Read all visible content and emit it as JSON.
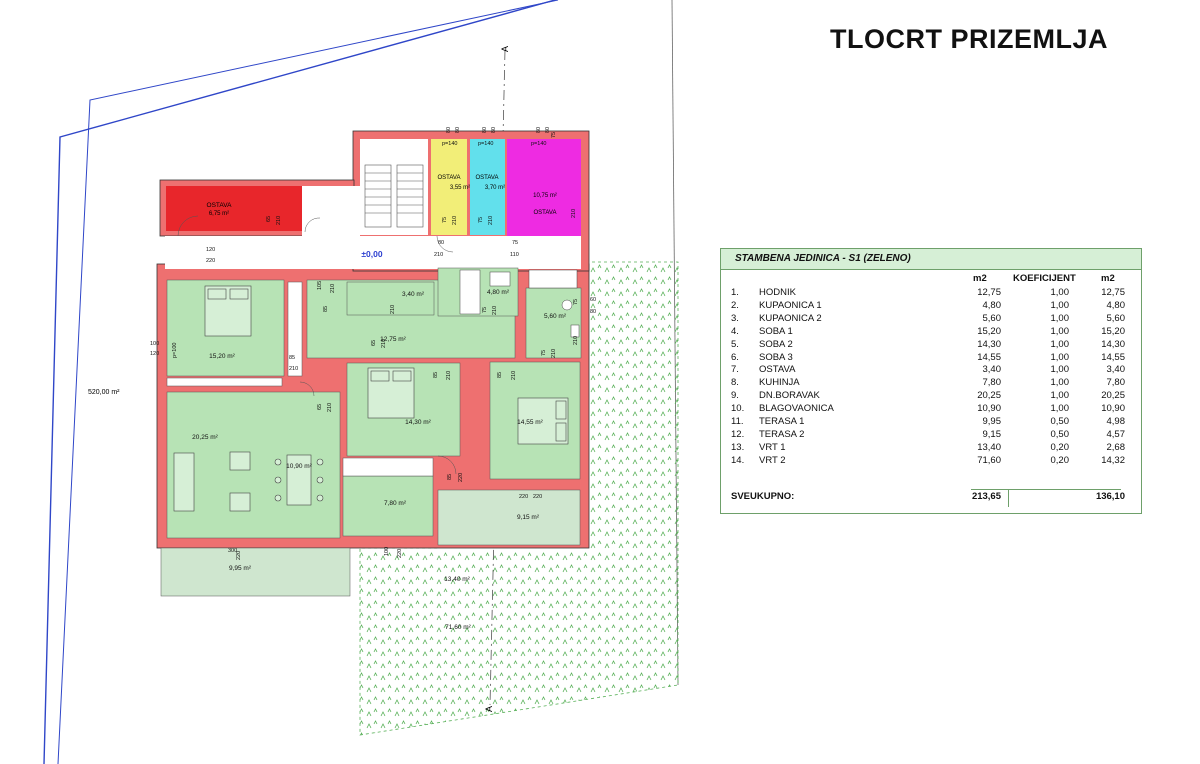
{
  "title": "TLOCRT PRIZEMLJA",
  "section_marks": [
    "A",
    "A"
  ],
  "plot_area": "520,00 m²",
  "level": "±0,00",
  "rooms": {
    "ostava_red": {
      "name": "OSTAVA",
      "area": "6,75 m²",
      "color": "#e8262b"
    },
    "ostava_yellow": {
      "name": "OSTAVA",
      "area": "3,55 m²",
      "color": "#f2ee78"
    },
    "ostava_cyan": {
      "name": "OSTAVA",
      "area": "3,70 m²",
      "color": "#62e0ec"
    },
    "ostava_magenta": {
      "name": "OSTAVA",
      "area": "10,75 m²",
      "color": "#ee2be2"
    },
    "soba1": "15,20 m²",
    "hall": "12,75 m²",
    "bath1": "3,40 m²",
    "bath2": "4,80 m²",
    "wc": "5,60 m²",
    "living": "20,25 m²",
    "dining": "10,90 m²",
    "soba2": "14,30 m²",
    "soba3": "14,55 m²",
    "kitchen": "7,80 m²",
    "terrace_r": "9,15 m²",
    "terrace_l": "9,95 m²",
    "garden1": "13,40 m²",
    "garden2": "71,60 m²",
    "room_fill": "#b7e3b5",
    "wall_color": "#ee7070"
  },
  "dims": {
    "p1": "p=140",
    "p2": "p=140",
    "p3": "p=140",
    "d80a": "80",
    "d80b": "80",
    "d80c": "80",
    "d80d": "80",
    "d80e": "80",
    "d80f": "80",
    "d75a": "75",
    "d210a": "210",
    "d75b": "75",
    "d210b": "210",
    "d75c": "75",
    "d210c": "210",
    "d65a": "65",
    "d210d": "210",
    "d120a": "120",
    "d220a": "220",
    "d80g": "80",
    "d210e": "210",
    "d75d": "75",
    "d110": "110",
    "d105": "105",
    "d210f": "210",
    "d85a": "85",
    "d210g": "210",
    "d75e": "75",
    "d210h": "210",
    "d75f": "75",
    "d210i": "210",
    "d60": "60",
    "d80h": "80",
    "d75g": "75",
    "d210j": "210",
    "d100": "100",
    "d120b": "120",
    "dp100": "p=100",
    "d85b": "85",
    "d210k": "210",
    "d65b": "65",
    "d210l": "210",
    "d85c": "85",
    "d210m": "210",
    "d85d": "85",
    "d210n": "210",
    "d65c": "65",
    "d210o": "210",
    "d85e": "85",
    "d220b": "220",
    "d220c": "220",
    "d220d": "220",
    "d300": "300",
    "d220e": "220",
    "d100b": "100",
    "d220f": "220"
  },
  "legend": {
    "heading": "STAMBENA JEDINICA - S1 (ZELENO)",
    "col_m2": "m2",
    "col_koef": "KOEFICIJENT",
    "col_m2b": "m2",
    "rows": [
      {
        "num": "1.",
        "name": "HODNIK",
        "m2": "12,75",
        "koef": "1,00",
        "m2b": "12,75"
      },
      {
        "num": "2.",
        "name": "KUPAONICA 1",
        "m2": "4,80",
        "koef": "1,00",
        "m2b": "4,80"
      },
      {
        "num": "3.",
        "name": "KUPAONICA 2",
        "m2": "5,60",
        "koef": "1,00",
        "m2b": "5,60"
      },
      {
        "num": "4.",
        "name": "SOBA 1",
        "m2": "15,20",
        "koef": "1,00",
        "m2b": "15,20"
      },
      {
        "num": "5.",
        "name": "SOBA 2",
        "m2": "14,30",
        "koef": "1,00",
        "m2b": "14,30"
      },
      {
        "num": "6.",
        "name": "SOBA 3",
        "m2": "14,55",
        "koef": "1,00",
        "m2b": "14,55"
      },
      {
        "num": "7.",
        "name": "OSTAVA",
        "m2": "3,40",
        "koef": "1,00",
        "m2b": "3,40"
      },
      {
        "num": "8.",
        "name": "KUHINJA",
        "m2": "7,80",
        "koef": "1,00",
        "m2b": "7,80"
      },
      {
        "num": "9.",
        "name": "DN.BORAVAK",
        "m2": "20,25",
        "koef": "1,00",
        "m2b": "20,25"
      },
      {
        "num": "10.",
        "name": "BLAGOVAONICA",
        "m2": "10,90",
        "koef": "1,00",
        "m2b": "10,90"
      },
      {
        "num": "11.",
        "name": "TERASA 1",
        "m2": "9,95",
        "koef": "0,50",
        "m2b": "4,98"
      },
      {
        "num": "12.",
        "name": "TERASA 2",
        "m2": "9,15",
        "koef": "0,50",
        "m2b": "4,57"
      },
      {
        "num": "13.",
        "name": "VRT 1",
        "m2": "13,40",
        "koef": "0,20",
        "m2b": "2,68"
      },
      {
        "num": "14.",
        "name": "VRT 2",
        "m2": "71,60",
        "koef": "0,20",
        "m2b": "14,32"
      }
    ],
    "total_label": "SVEUKUPNO:",
    "total_m2": "213,65",
    "total_m2b": "136,10"
  }
}
